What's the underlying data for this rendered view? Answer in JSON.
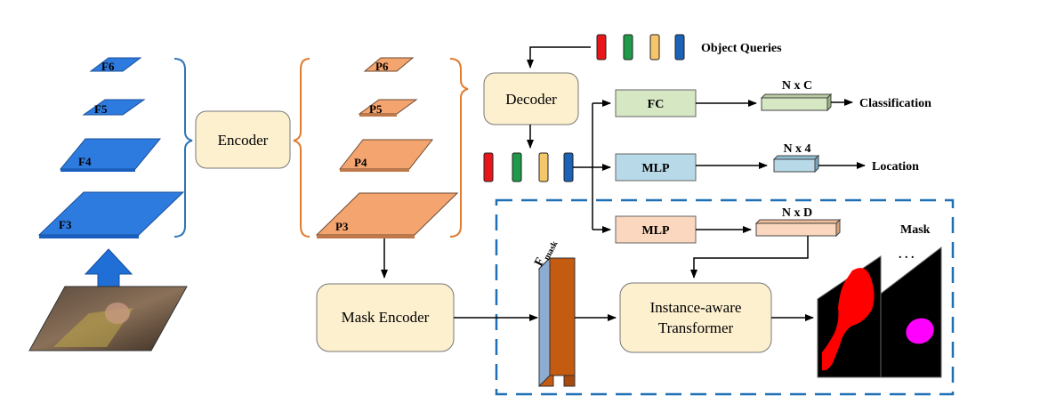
{
  "feature_pyramid": {
    "backbone_labels": [
      "F6",
      "F5",
      "F4",
      "F3"
    ],
    "pyramid_labels": [
      "P6",
      "P5",
      "P4",
      "P3"
    ]
  },
  "blocks": {
    "encoder": "Encoder",
    "decoder": "Decoder",
    "fc": "FC",
    "mlp_location": "MLP",
    "mlp_mask": "MLP",
    "mask_encoder": "Mask Encoder",
    "transformer_line1": "Instance-aware",
    "transformer_line2": "Transformer"
  },
  "labels": {
    "object_queries": "Object Queries",
    "nxc": "N x C",
    "nx4": "N x 4",
    "nxd": "N x D",
    "classification": "Classification",
    "location": "Location",
    "mask": "Mask",
    "fmask_main": "F",
    "fmask_sub": "mask",
    "ellipsis": ". . ."
  },
  "colors": {
    "blue_feature": "#2e7bdf",
    "orange_feature": "#f4a46f",
    "block_fill": "#fdf0cf",
    "fc_fill": "#d6e7c4",
    "mlp_loc_fill": "#b8d9e8",
    "mlp_mask_fill": "#fad7be",
    "bracket_blue": "#2e75b6",
    "bracket_orange": "#e07b30",
    "dashed_border": "#1f6fb5",
    "fmask_fill": "#c55a11",
    "query_colors": [
      "#e8151b",
      "#1f9a4a",
      "#f7c56a",
      "#1c63b8"
    ]
  }
}
